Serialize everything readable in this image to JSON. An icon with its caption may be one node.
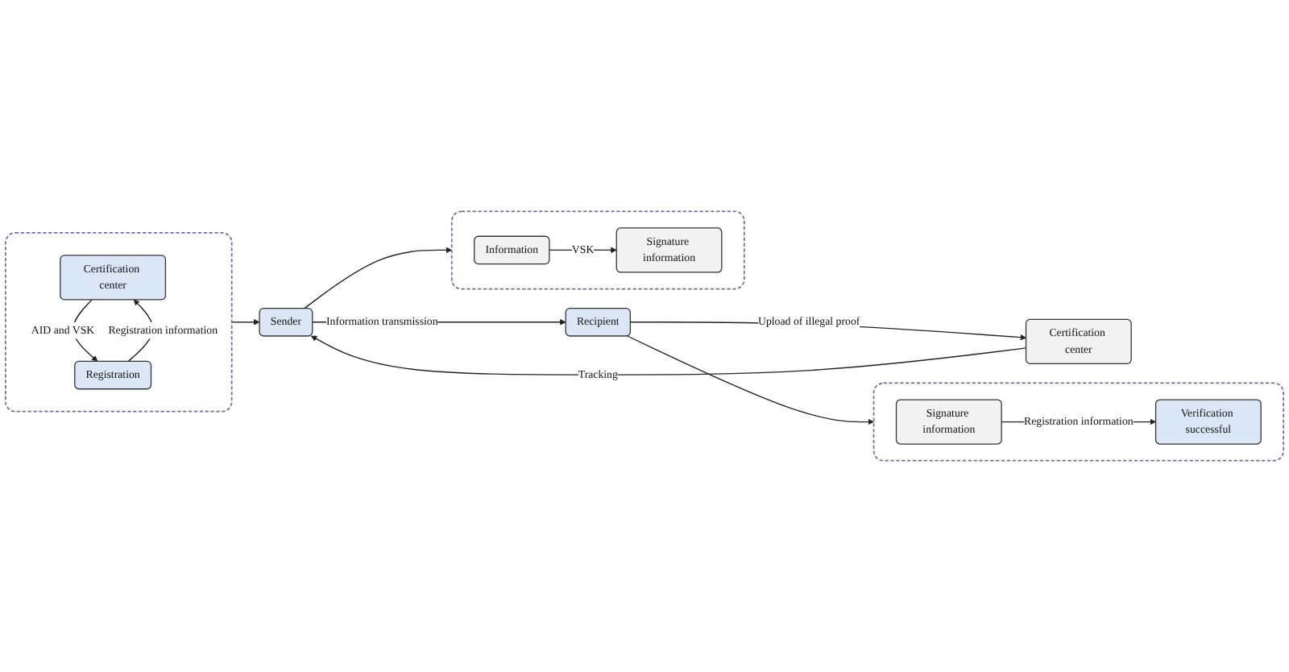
{
  "diagram": {
    "nodes": [
      {
        "text": [],
        "shape": "box"
      },
      {
        "text": [
          "Certification center"
        ],
        "in": 0
      },
      {
        "text": [
          "Registration"
        ],
        "in": 0
      },
      {
        "text": [
          "Certification center"
        ]
      },
      {
        "text": [
          "Sender"
        ]
      },
      {
        "text": [
          "Recipient"
        ]
      },
      {
        "text": [],
        "shape": "box"
      },
      {
        "text": [
          "Information"
        ],
        "in": 6
      },
      {
        "text": [
          "Signature information"
        ],
        "in": 6
      },
      {
        "text": [],
        "shape": "box"
      },
      {
        "text": [
          "Signature information"
        ],
        "in": 9
      },
      {
        "text": [
          "Verification successful"
        ],
        "in": 9
      }
    ],
    "edges": [
      {
        "from": 1,
        "to": 2,
        "arrow": "to",
        "label": "AID and VSK"
      },
      {
        "from": 2,
        "to": 1,
        "arrow": "to",
        "label": "Registration information"
      },
      {
        "from": 0,
        "to": 4,
        "arrow": "to"
      },
      {
        "from": 3,
        "to": 4,
        "arrow": "to",
        "label": "Tracking"
      },
      {
        "from": 5,
        "to": 3,
        "arrow": "to",
        "label": "Upload of illegal proof"
      },
      {
        "from": 4,
        "to": 5,
        "arrow": "to",
        "label": "Information transmission"
      },
      {
        "from": 4,
        "to": 6,
        "arrow": "to"
      },
      {
        "from": 7,
        "to": 8,
        "arrow": "to",
        "label": "VSK"
      },
      {
        "from": 5,
        "to": 9,
        "arrow": "to"
      },
      {
        "from": 10,
        "to": 11,
        "arrow": "to",
        "label": "Registration information"
      }
    ]
  }
}
